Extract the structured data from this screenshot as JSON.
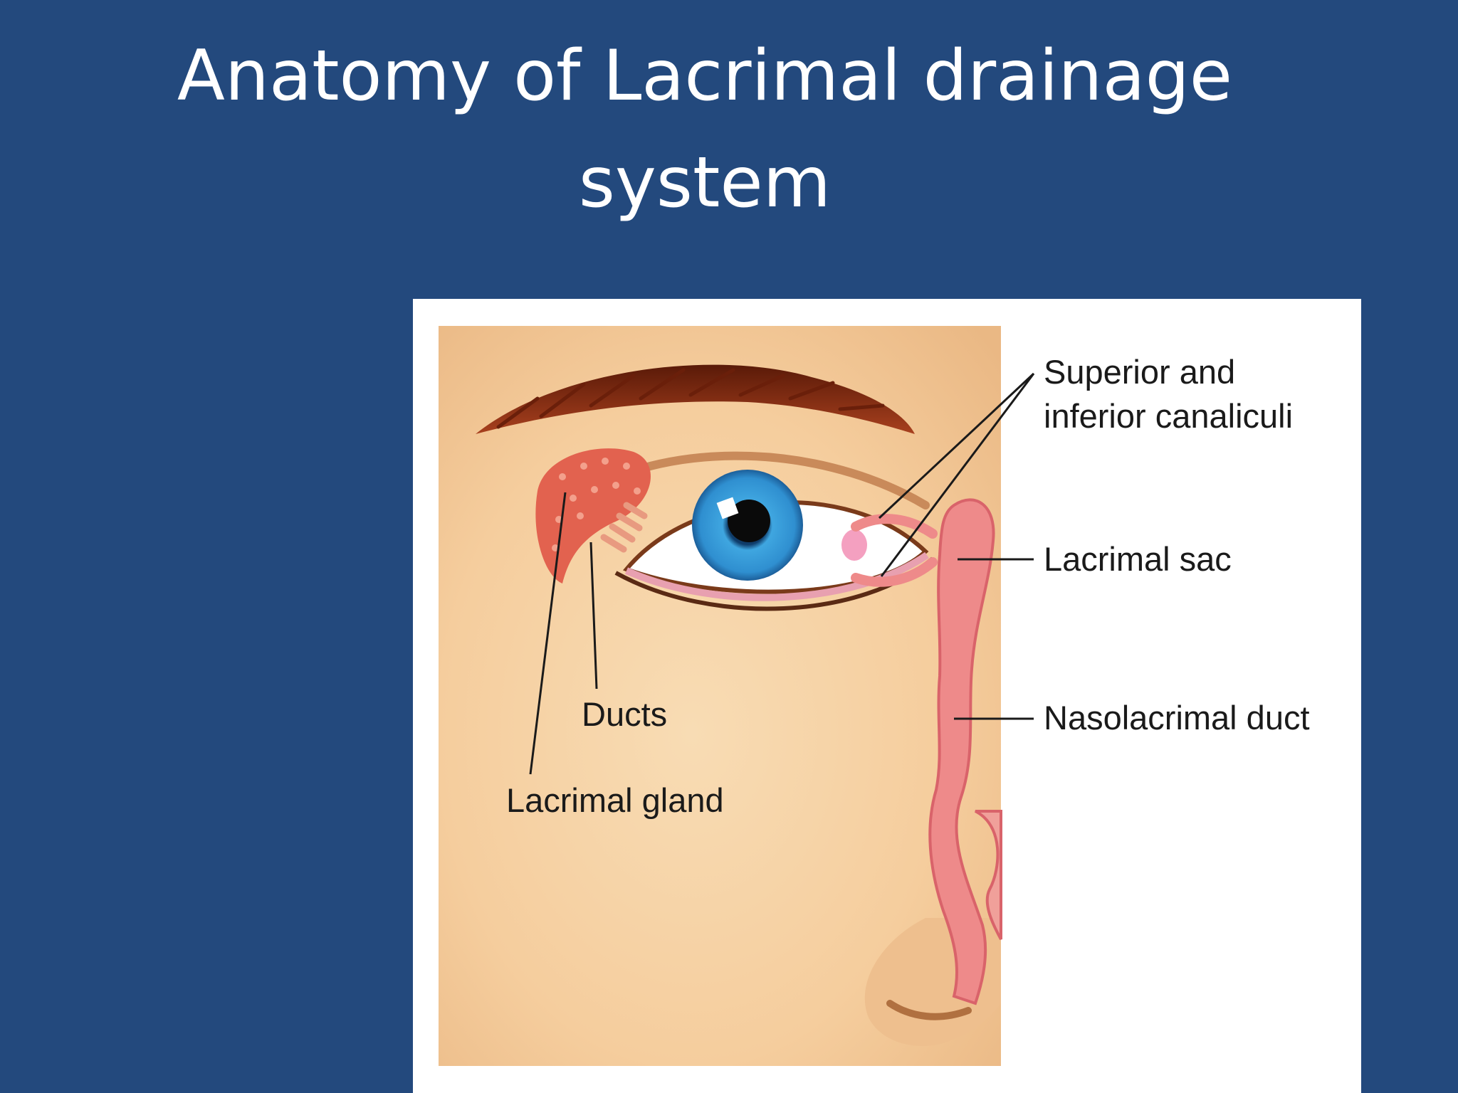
{
  "slide": {
    "title_line1": "Anatomy of Lacrimal drainage",
    "title_line2": "system",
    "background_color": "#23497d"
  },
  "figure": {
    "labels": {
      "canaliculi_line1": "Superior and",
      "canaliculi_line2": "inferior canaliculi",
      "lacrimal_sac": "Lacrimal sac",
      "nasolacrimal_duct": "Nasolacrimal duct",
      "ducts": "Ducts",
      "lacrimal_gland": "Lacrimal gland"
    },
    "colors": {
      "skin": "#f5cd9d",
      "gland": "#e2624f",
      "duct_system": "#ee8a8a",
      "iris": "#2f8fd0",
      "brow": "#8a2a12"
    }
  }
}
